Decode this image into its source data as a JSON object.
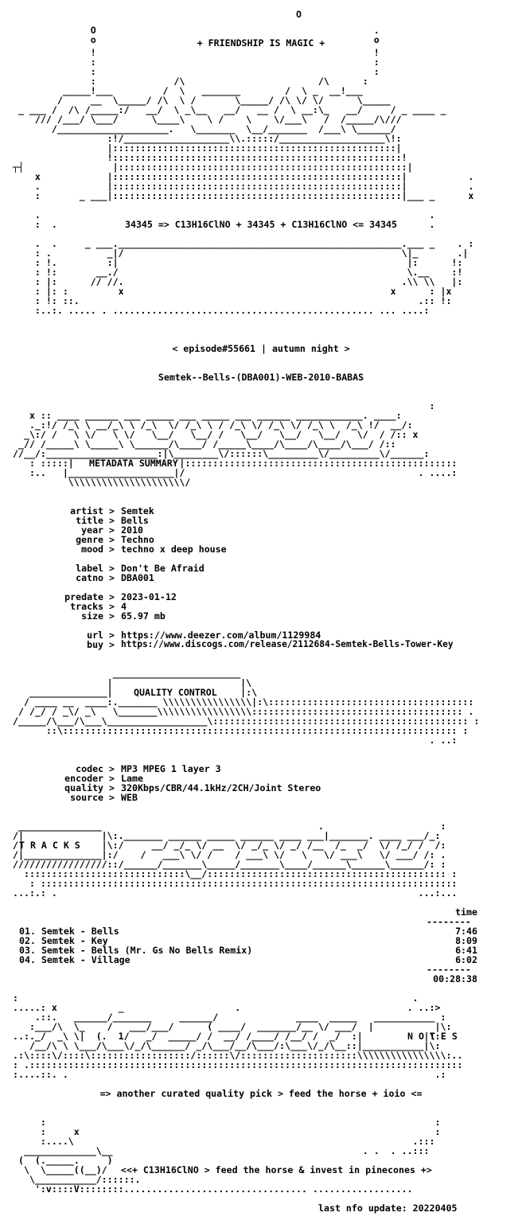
{
  "header": {
    "tagline": "+ FRIENDSHIP IS MAGIC +",
    "formula": "34345 => C13H16ClNO + 34345 + C13H16ClNO <= 34345",
    "episode": "< episode#55661 | autumn night >",
    "release_name": "Semtek--Bells-(DBA001)-WEB-2010-BABAS"
  },
  "metadata": {
    "section_title": "METADATA SUMMARY",
    "artist_label": "artist >",
    "artist": "Semtek",
    "title_label": "title >",
    "title": "Bells",
    "year_label": "year >",
    "year": "2010",
    "genre_label": "genre >",
    "genre": "Techno",
    "mood_label": "mood >",
    "mood": "techno x deep house",
    "label_label": "label >",
    "label": "Don't Be Afraid",
    "catno_label": "catno >",
    "catno": "DBA001",
    "predate_label": "predate >",
    "predate": "2023-01-12",
    "tracks_label": "tracks >",
    "tracks": "4",
    "size_label": "size >",
    "size": "65.97 mb",
    "url_label": "url >",
    "url": "https://www.deezer.com/album/1129984",
    "buy_label": "buy >",
    "buy": "https://www.discogs.com/release/2112684-Semtek-Bells-Tower-Key"
  },
  "quality": {
    "section_title": "QUALITY CONTROL",
    "codec_label": "codec >",
    "codec": "MP3 MPEG 1 layer 3",
    "encoder_label": "encoder >",
    "encoder": "Lame",
    "quality_label": "quality >",
    "quality": "320Kbps/CBR/44.1kHz/2CH/Joint Stereo",
    "source_label": "source >",
    "source": "WEB"
  },
  "tracklist": {
    "section_title": "T R A C K S",
    "time_header": "time",
    "tracks": [
      {
        "num": "01.",
        "artist": "Semtek",
        "title": "Bells",
        "time": "7:46"
      },
      {
        "num": "02.",
        "artist": "Semtek",
        "title": "Key",
        "time": "8:09"
      },
      {
        "num": "03.",
        "artist": "Semtek",
        "title": "Bells (Mr. Gs No Bells Remix)",
        "time": "6:41"
      },
      {
        "num": "04.",
        "artist": "Semtek",
        "title": "Village",
        "time": "6:02"
      }
    ],
    "total": "00:28:38"
  },
  "notes": {
    "section_title": "N O T E S",
    "text": "=> another curated quality pick > feed the horse + ioio <="
  },
  "footer": {
    "signoff": "<<+ C13H16ClNO > feed the horse & invest in pinecones +>",
    "last_update": "last nfo update: 20220405"
  }
}
